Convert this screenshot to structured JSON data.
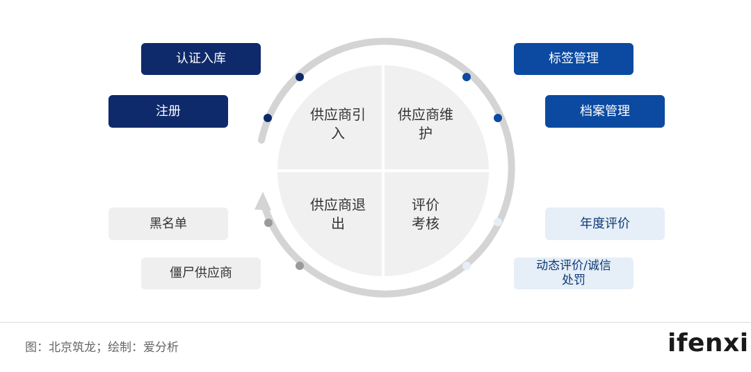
{
  "quadrants": [
    {
      "label": "供应商引\n入"
    },
    {
      "label": "供应商维\n护"
    },
    {
      "label": "供应商退\n出"
    },
    {
      "label": "评价\n考核"
    }
  ],
  "left_items": [
    {
      "label": "认证入库",
      "style": "dark"
    },
    {
      "label": "注册",
      "style": "dark"
    },
    {
      "label": "黑名单",
      "style": "gray"
    },
    {
      "label": "僵尸供应商",
      "style": "gray"
    }
  ],
  "right_items": [
    {
      "label": "标签管理",
      "style": "blue"
    },
    {
      "label": "档案管理",
      "style": "blue"
    },
    {
      "label": "年度评价",
      "style": "light"
    },
    {
      "label": "动态评价/诚信\n处罚",
      "style": "light"
    }
  ],
  "colors": {
    "dark_navy": "#0f2a6b",
    "blue": "#0b4aa0",
    "gray_box": "#efefef",
    "light_blue_box": "#e6eef7",
    "ring": "#d4d4d4",
    "quadrant_fill": "#f0f0f0"
  },
  "caption": "图：北京筑龙；绘制：爱分析",
  "logo": "ifenxi"
}
